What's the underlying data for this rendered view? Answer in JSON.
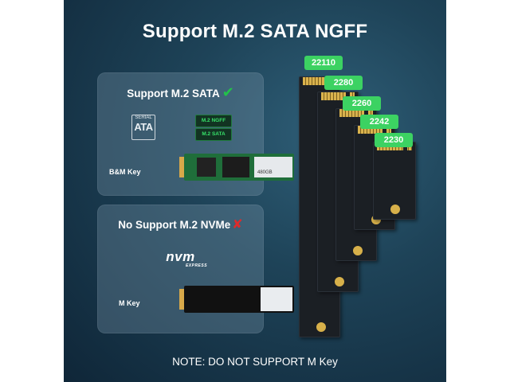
{
  "title": "Support M.2 SATA NGFF",
  "card_supported": {
    "title": "Support M.2 SATA",
    "logo_line1": "SERIAL",
    "logo_line2": "ATA",
    "badges": [
      "M.2 NGFF",
      "M.2 SATA"
    ],
    "key_label": "B&M Key",
    "ssd_capacity": "480GB"
  },
  "card_unsupported": {
    "title": "No Support M.2 NVMe",
    "nvme_logo": "nvm",
    "nvme_sub": "EXPRESS",
    "key_label": "M Key"
  },
  "sizes": [
    "22110",
    "2280",
    "2260",
    "2242",
    "2230"
  ],
  "note": "NOTE: DO NOT SUPPORT M Key",
  "colors": {
    "accent_green": "#3cd262",
    "cross_red": "#e02b2b",
    "background": "#1e4358"
  }
}
